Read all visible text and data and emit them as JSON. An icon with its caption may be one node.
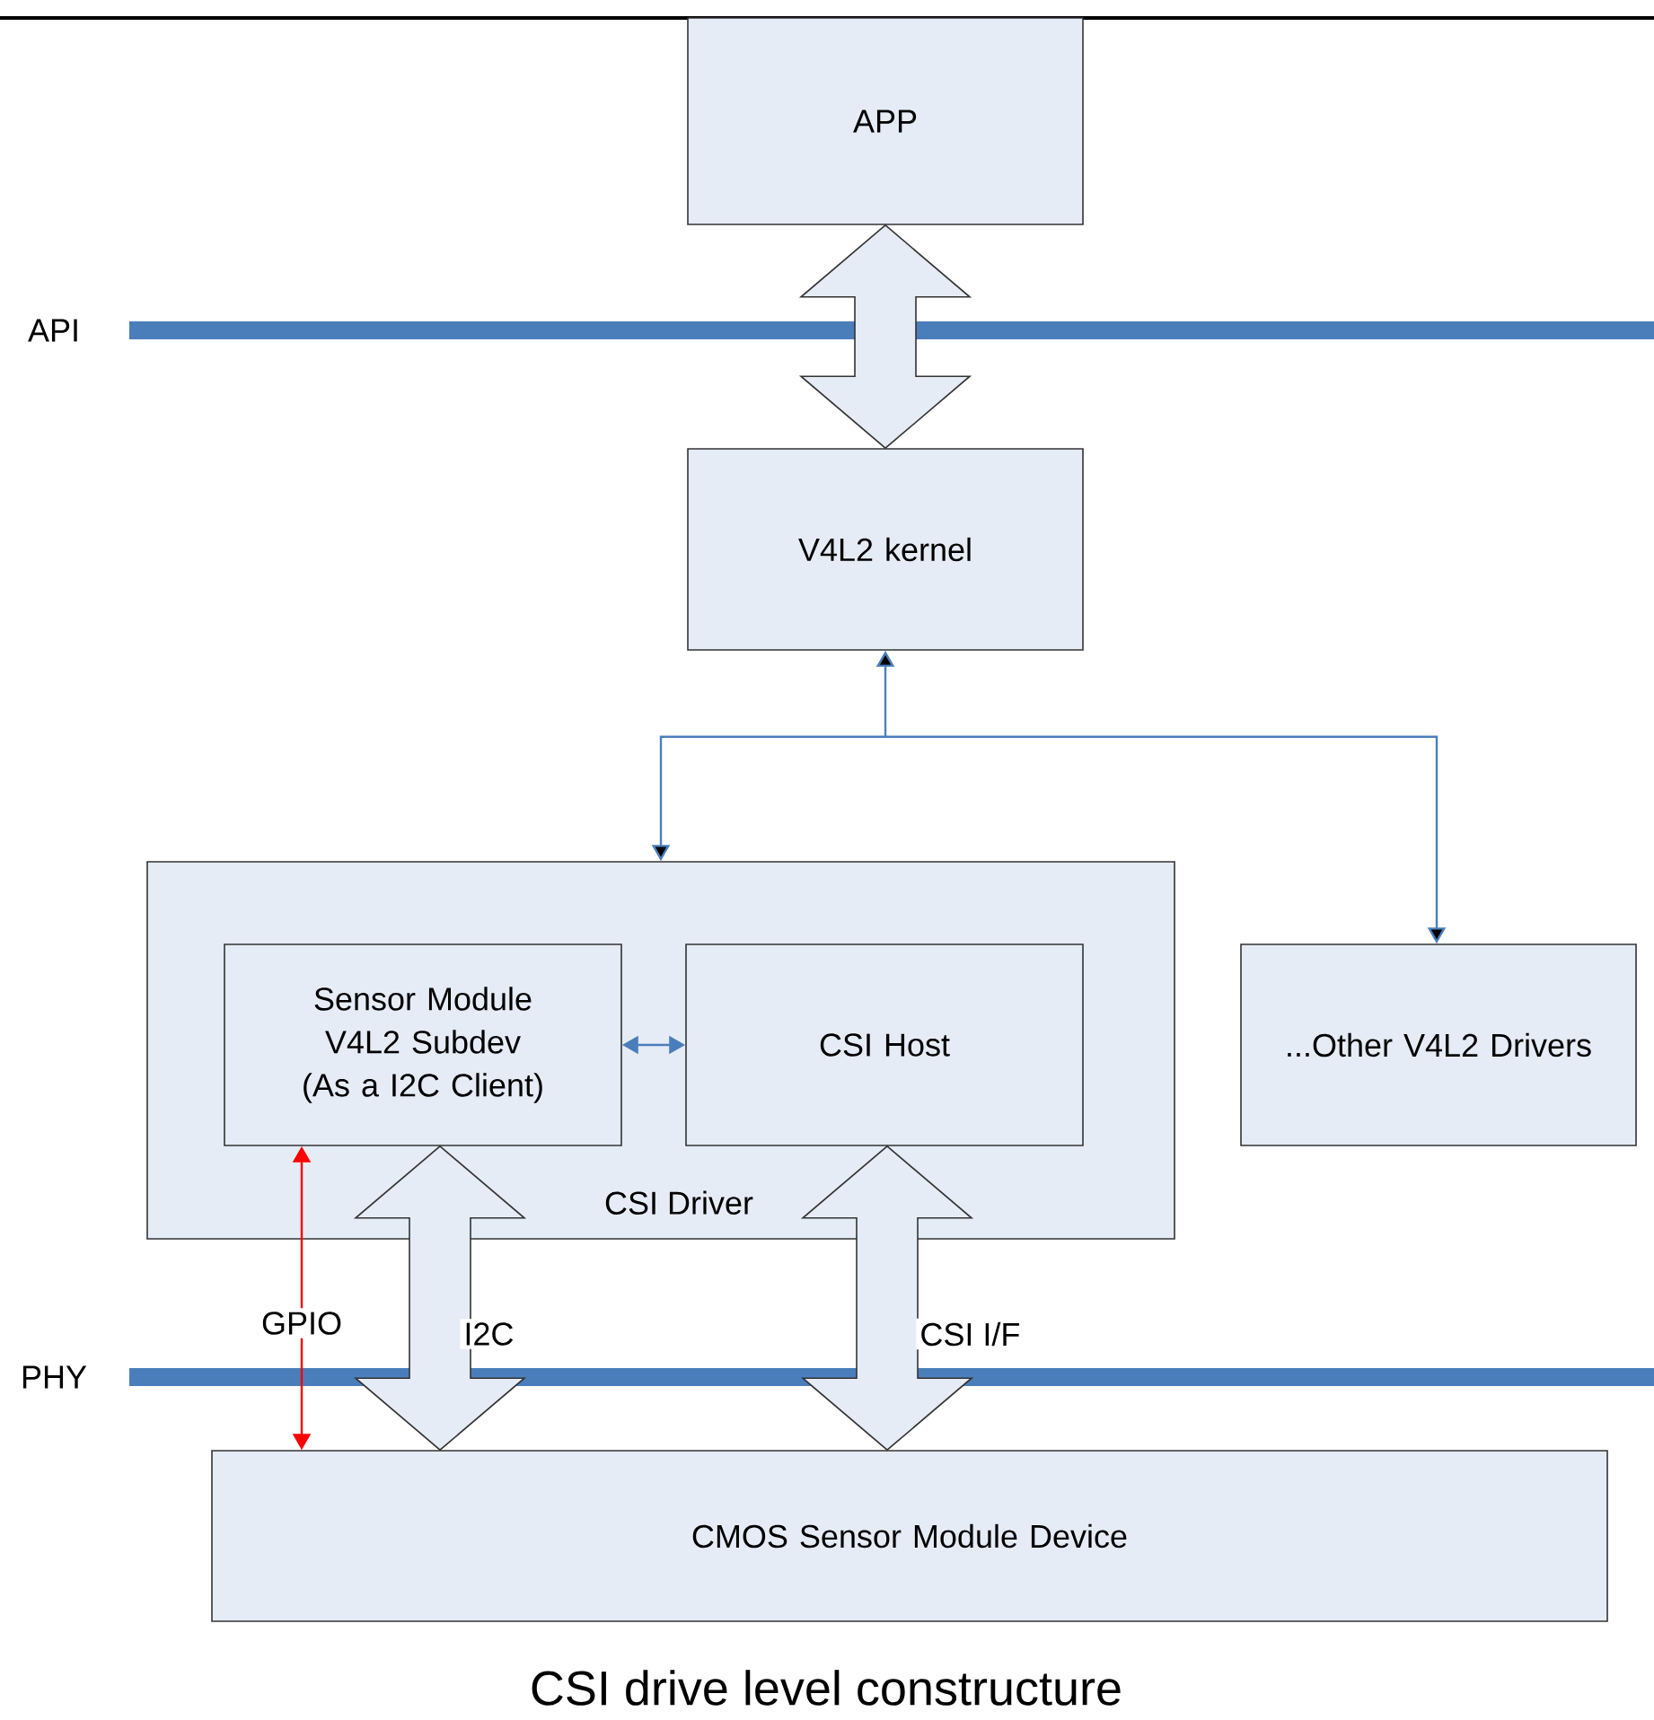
{
  "diagram": {
    "caption": "CSI drive level constructure",
    "nodes": [
      {
        "text": [
          "APP"
        ]
      },
      {
        "text": [
          "V4L2 kernel"
        ]
      },
      {
        "text": [
          "CSI Driver"
        ]
      },
      {
        "text": [
          "Sensor Module V4L2 Subdev (As a I2C Client)"
        ],
        "in": 2
      },
      {
        "text": [
          "CSI  Host"
        ],
        "in": 2
      },
      {
        "text": [
          "...Other V4L2 Drivers"
        ]
      },
      {
        "text": [
          "CMOS Sensor Module Device"
        ]
      }
    ],
    "edges": [
      {
        "from": 0,
        "to": 1,
        "arrow": "both",
        "style": "thick"
      },
      {
        "from": 1,
        "to": 2,
        "arrow": "both"
      },
      {
        "from": 1,
        "to": 5,
        "arrow": "both"
      },
      {
        "from": 3,
        "to": 4,
        "arrow": "both"
      },
      {
        "from": 6,
        "to": 3,
        "arrow": "both",
        "label": "GPIO",
        "color": "#ff0000"
      },
      {
        "from": 3,
        "to": 6,
        "arrow": "both",
        "style": "thick",
        "label": "I2C"
      },
      {
        "from": 4,
        "to": 6,
        "arrow": "both",
        "style": "thick",
        "label": "CSI I/F"
      }
    ],
    "labels": [
      "API",
      "PHY"
    ]
  }
}
